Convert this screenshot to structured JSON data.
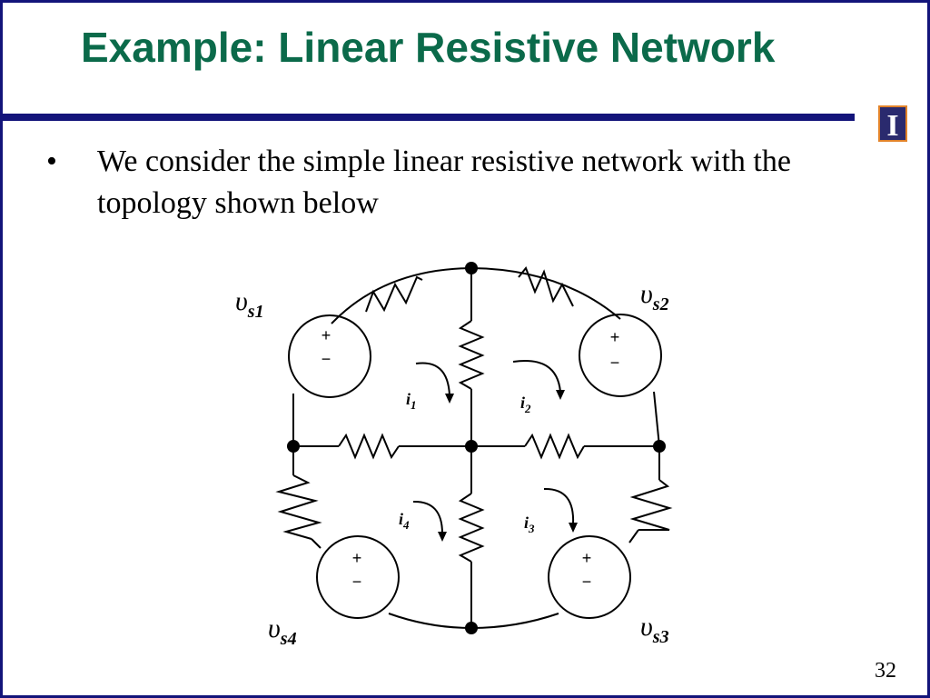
{
  "slide": {
    "title": "Example: Linear Resistive Network",
    "bullet_marker": "•",
    "bullet_text": "We consider the simple linear resistive network with the topology shown below",
    "page_number": "32",
    "logo_letter": "I"
  },
  "circuit": {
    "sources": [
      {
        "symbol": "υ",
        "subscript": "s1",
        "plus": "+",
        "minus": "−"
      },
      {
        "symbol": "υ",
        "subscript": "s2",
        "plus": "+",
        "minus": "−"
      },
      {
        "symbol": "υ",
        "subscript": "s3",
        "plus": "+",
        "minus": "−"
      },
      {
        "symbol": "υ",
        "subscript": "s4",
        "plus": "+",
        "minus": "−"
      }
    ],
    "currents": [
      {
        "symbol": "i",
        "subscript": "1"
      },
      {
        "symbol": "i",
        "subscript": "2"
      },
      {
        "symbol": "i",
        "subscript": "3"
      },
      {
        "symbol": "i",
        "subscript": "4"
      }
    ]
  },
  "colors": {
    "title": "#0b6a4a",
    "rule": "#13147a",
    "border": "#13147a",
    "logo_bg": "#2a2a6e",
    "logo_accent": "#e2832a"
  }
}
